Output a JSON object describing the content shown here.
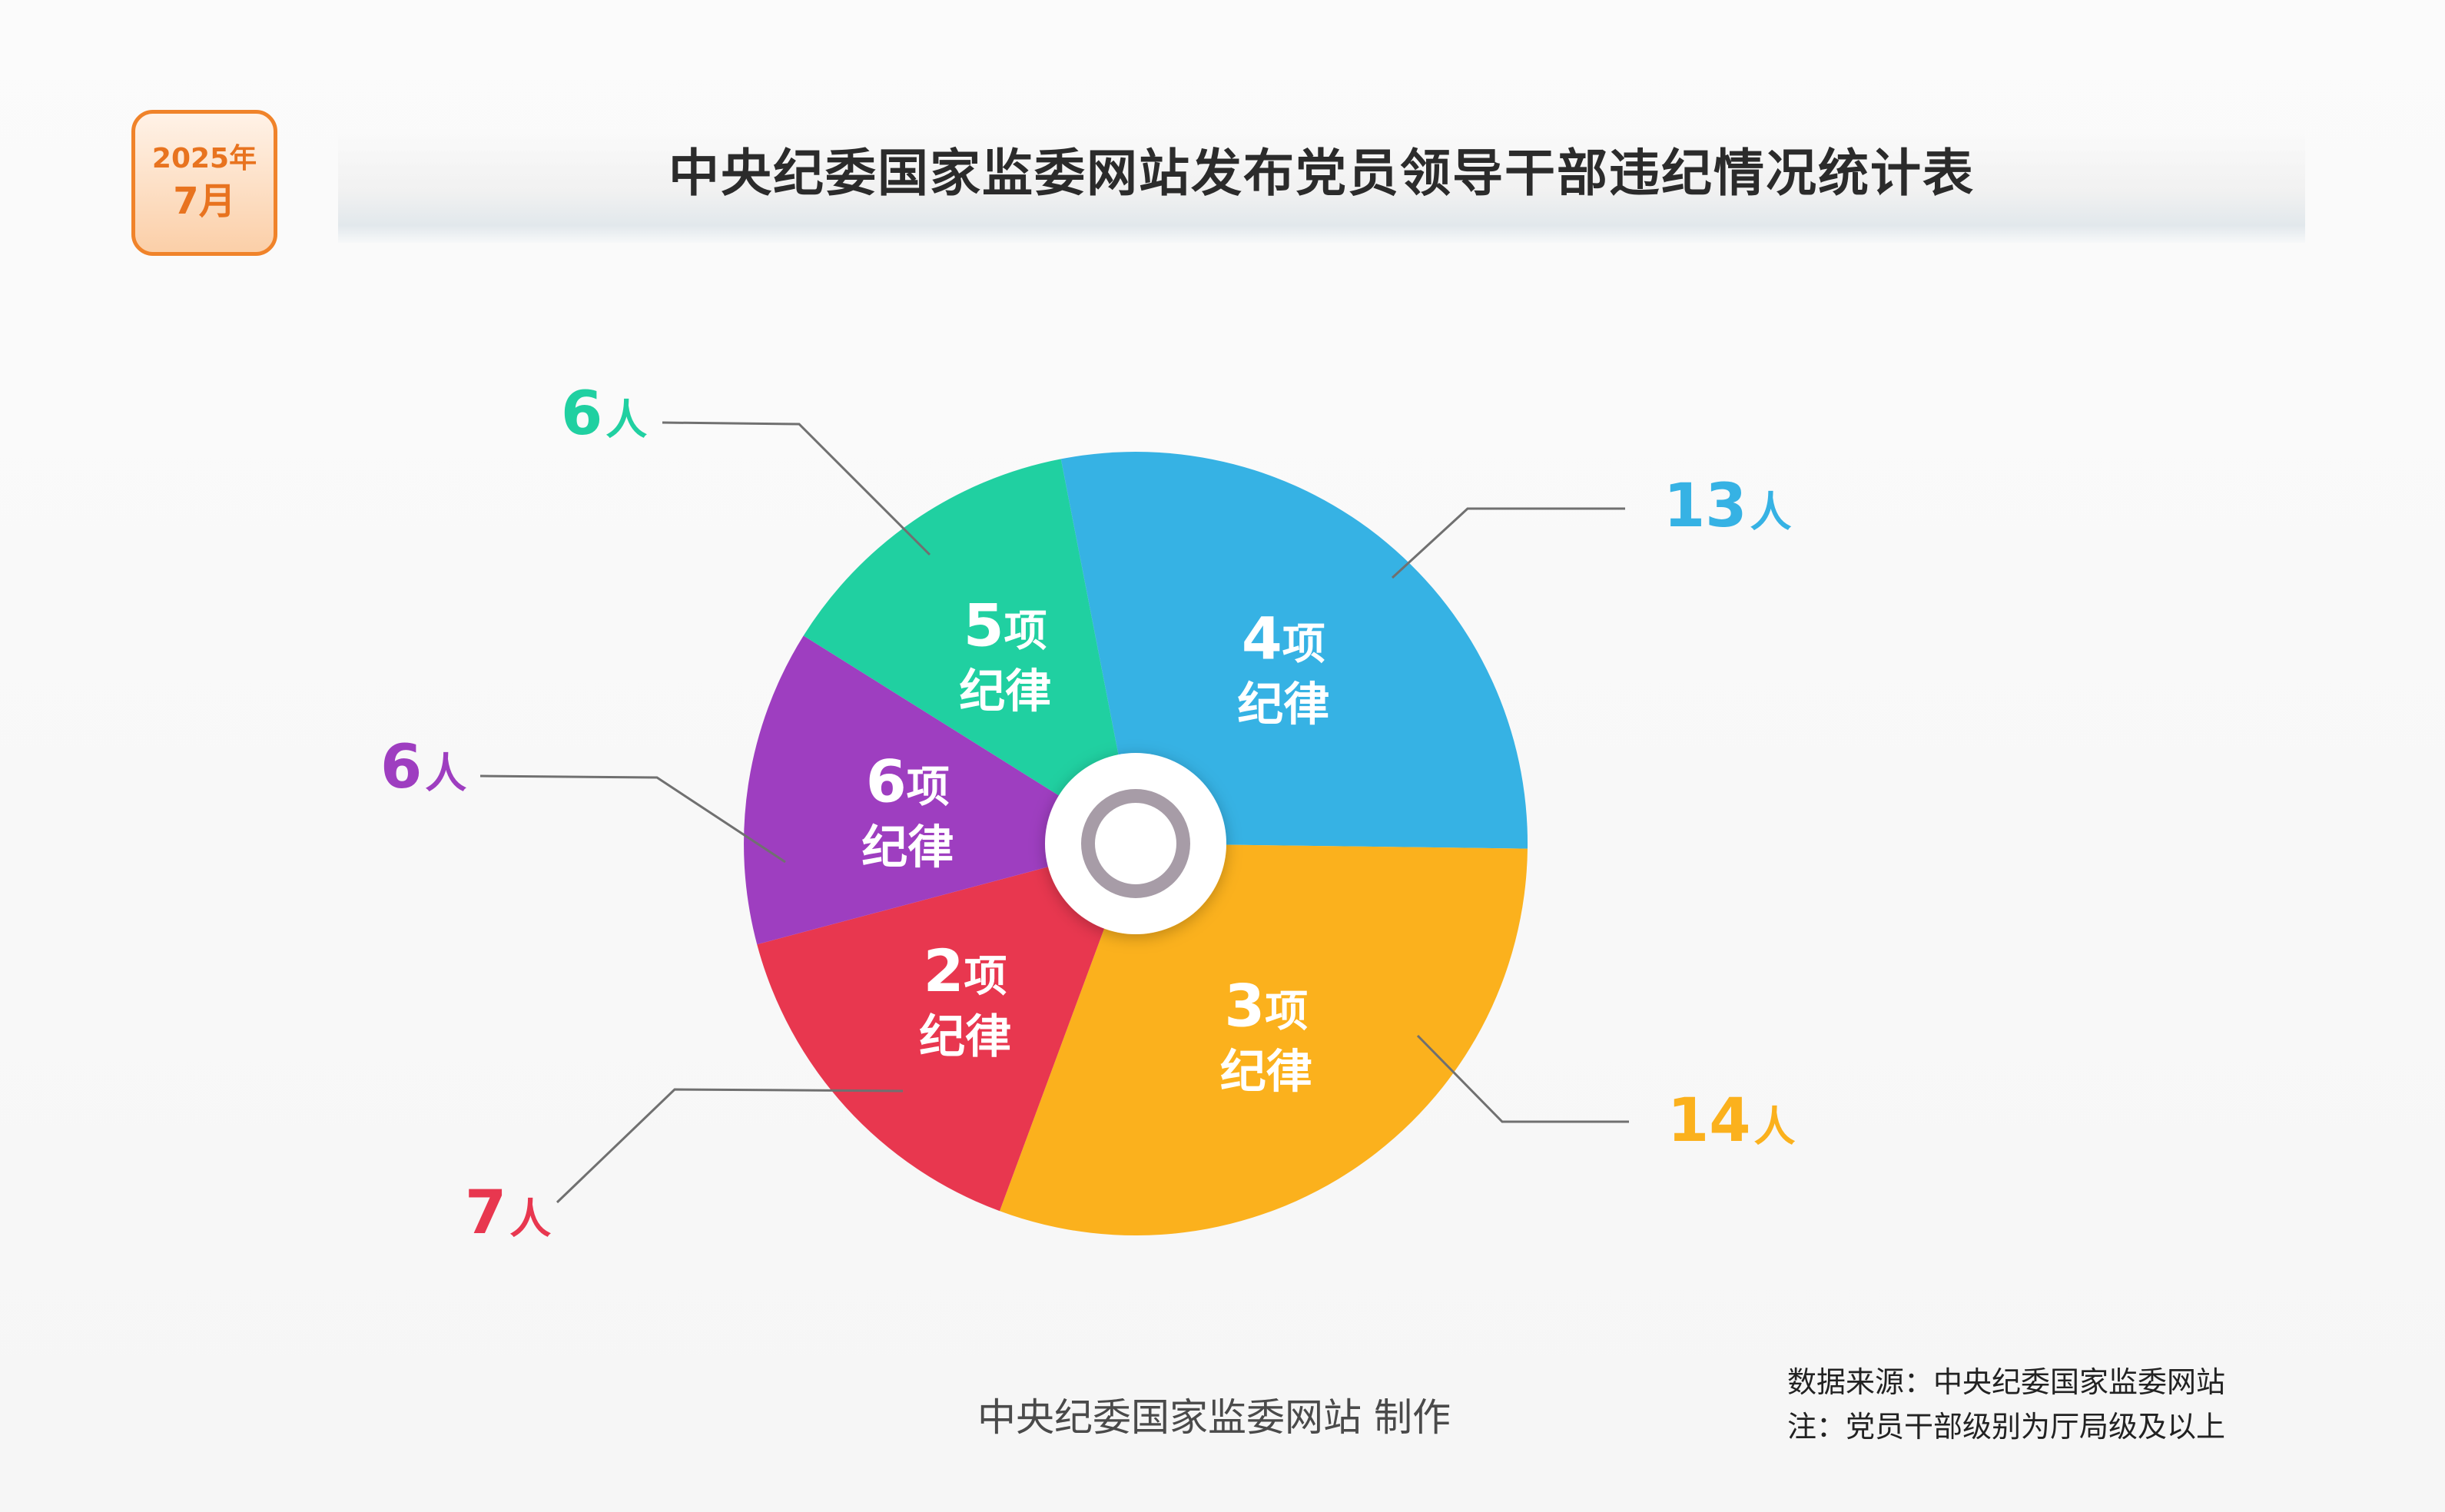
{
  "badge": {
    "year": "2025年",
    "month": "7月"
  },
  "title": "中央纪委国家监委网站发布党员领导干部违纪情况统计表",
  "credit": "中央纪委国家监委网站 制作",
  "source_lines": [
    "数据来源：中央纪委国家监委网站",
    "注：党员干部级别为厅局级及以上"
  ],
  "chart_data": {
    "type": "pie",
    "title": "中央纪委国家监委网站发布党员领导干部违纪情况统计表",
    "unit": "人",
    "categories": [
      "4项纪律",
      "3项纪律",
      "2项纪律",
      "6项纪律",
      "5项纪律"
    ],
    "values": [
      13,
      14,
      7,
      6,
      6
    ],
    "slices": [
      {
        "count": "4",
        "count_suffix": "项",
        "label": "纪律",
        "value": 13,
        "value_label": "13人",
        "color": "#36b2e4"
      },
      {
        "count": "3",
        "count_suffix": "项",
        "label": "纪律",
        "value": 14,
        "value_label": "14人",
        "color": "#fbb11d"
      },
      {
        "count": "2",
        "count_suffix": "项",
        "label": "纪律",
        "value": 7,
        "value_label": "7人",
        "color": "#e8374f"
      },
      {
        "count": "6",
        "count_suffix": "项",
        "label": "纪律",
        "value": 6,
        "value_label": "6人",
        "color": "#9e3ec0"
      },
      {
        "count": "5",
        "count_suffix": "项",
        "label": "纪律",
        "value": 6,
        "value_label": "6人",
        "color": "#20d0a1"
      }
    ]
  }
}
